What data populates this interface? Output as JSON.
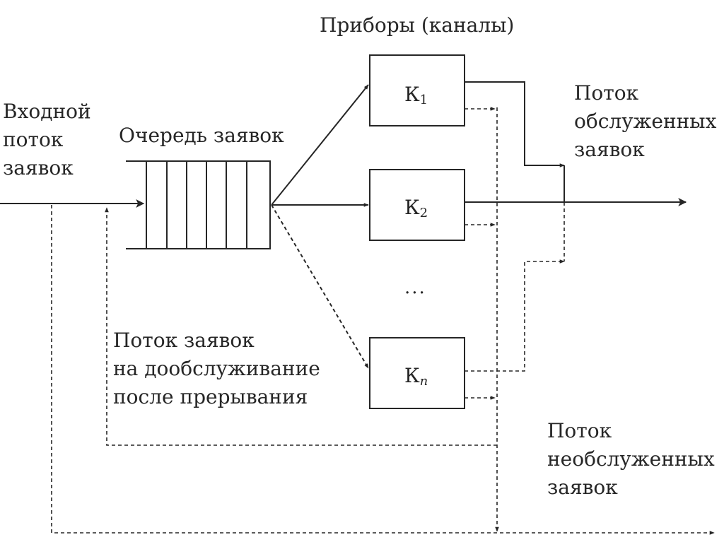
{
  "labels": {
    "devices": "Приборы (каналы)",
    "input_flow": [
      "Входной",
      "поток",
      "заявок"
    ],
    "queue": "Очередь заявок",
    "served_flow": [
      "Поток",
      "обслуженных",
      "заявок"
    ],
    "reservice_flow": [
      "Поток заявок",
      "на дообслуживание",
      "после прерывания"
    ],
    "unserved_flow": [
      "Поток",
      "необслуженных",
      "заявок"
    ]
  },
  "channels": [
    {
      "letter": "К",
      "index": "1"
    },
    {
      "letter": "К",
      "index": "2"
    },
    {
      "letter": "К",
      "index": "n"
    }
  ],
  "ellipsis": "...",
  "colors": {
    "line": "#262626",
    "text": "#262626",
    "background": "#ffffff"
  }
}
